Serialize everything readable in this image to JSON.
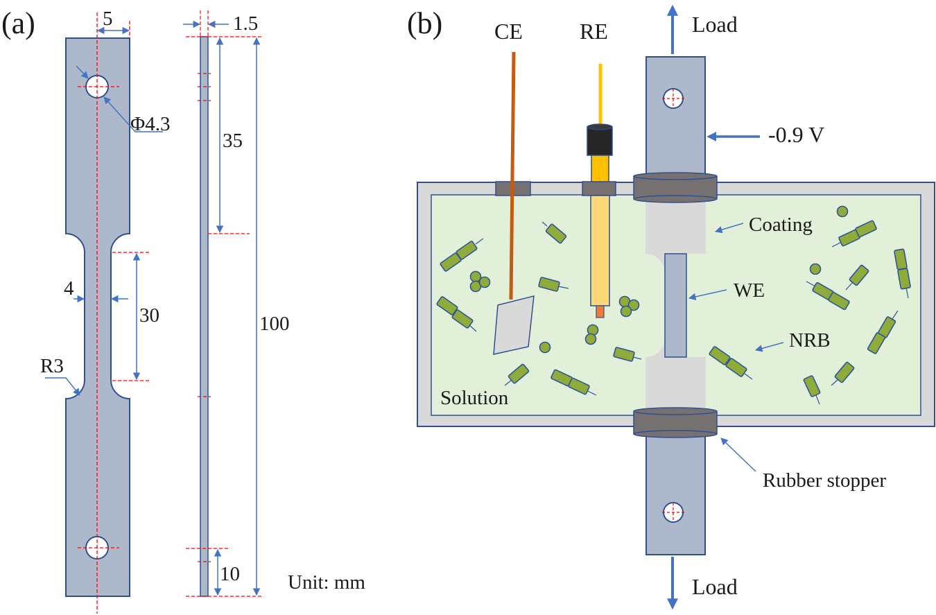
{
  "panel_a": {
    "tag": "(a)",
    "dims": {
      "width_top": "5",
      "thickness": "1.5",
      "hole_dia": "Φ4.3",
      "len_35": "35",
      "neck_width": "4",
      "gauge_len": "30",
      "total_len": "100",
      "radius": "R3",
      "len_10": "10"
    },
    "unit": "Unit: mm"
  },
  "panel_b": {
    "tag": "(b)",
    "labels": {
      "ce": "CE",
      "re": "RE",
      "load_top": "Load",
      "load_bottom": "Load",
      "potential": "-0.9 V",
      "coating": "Coating",
      "we": "WE",
      "nrb": "NRB",
      "solution": "Solution",
      "stopper": "Rubber stopper"
    }
  },
  "colors": {
    "specimen": "#adb9ca",
    "outline": "#2f4f8f",
    "dim_line": "#4472c4",
    "center_line": "#ff0000",
    "solution": "#e2f0d9",
    "tank": "#d9d9d9",
    "stopper": "#767171",
    "bacteria": "#8fab3a",
    "bacteria_outline": "#2f5597",
    "ce_wire": "#c55a11",
    "re_electrode": "#ffc000",
    "coating": "#d9d9d9",
    "arrow": "#4472c4"
  }
}
